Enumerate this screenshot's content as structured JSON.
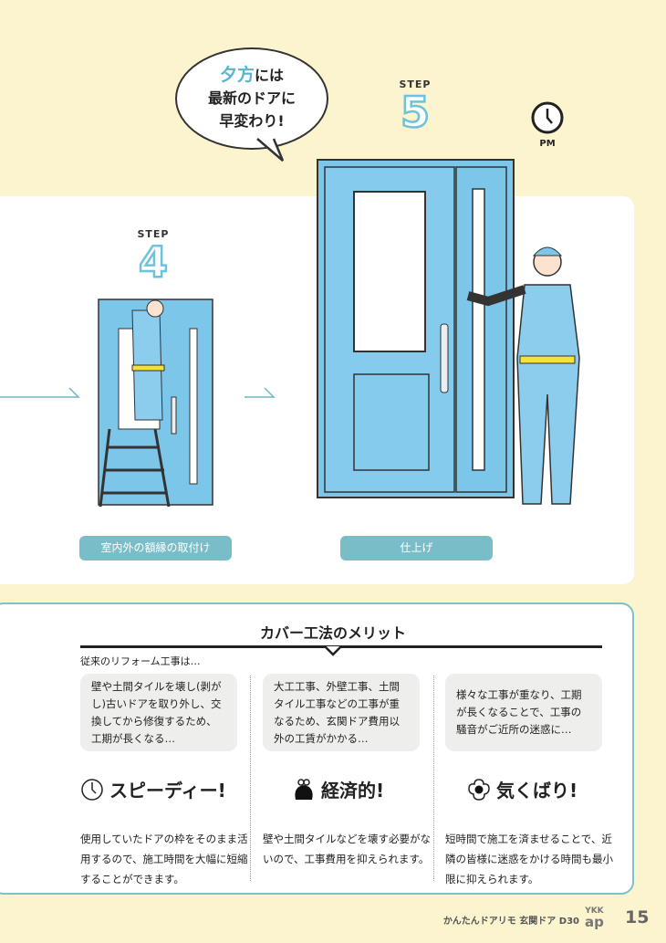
{
  "bubble": {
    "highlight": "夕方",
    "line1_rest": "には",
    "line2": "最新のドアに",
    "line3": "早変わり!"
  },
  "clock": {
    "label": "PM"
  },
  "step4": {
    "label": "STEP",
    "number": "4",
    "caption": "室内外の額縁の取付け"
  },
  "step5": {
    "label": "STEP",
    "number": "5",
    "caption": "仕上げ"
  },
  "merit": {
    "title": "カバー工法のメリット",
    "conventional_label": "従来のリフォーム工事は…",
    "columns": [
      {
        "problem": "壁や土間タイルを壊し(剥がし)古いドアを取り外し、交換してから修復するため、工期が長くなる…",
        "icon": "clock-icon",
        "heading": "スピーディー!",
        "body": "使用していたドアの枠をそのまま活用するので、施工時間を大幅に短縮することができます。"
      },
      {
        "problem": "大工工事、外壁工事、土間タイル工事などの工事が重なるため、玄関ドア費用以外の工賃がかかる…",
        "icon": "purse-icon",
        "heading": "経済的!",
        "body": "壁や土間タイルなどを壊す必要がないので、工事費用を抑えられます。"
      },
      {
        "problem": "様々な工事が重なり、工期が長くなることで、工事の騒音がご近所の迷惑に…",
        "icon": "flower-icon",
        "heading": "気くばり!",
        "body": "短時間で施工を済ませることで、近隣の皆様に迷惑をかける時間も最小限に抑えられます。"
      }
    ]
  },
  "footer": {
    "text": "かんたんドアリモ 玄関ドア D30",
    "logo": "YKK ap",
    "page": "15"
  },
  "colors": {
    "background": "#fcf3cf",
    "door": "#7cc6ea",
    "accent": "#79bdc9"
  }
}
